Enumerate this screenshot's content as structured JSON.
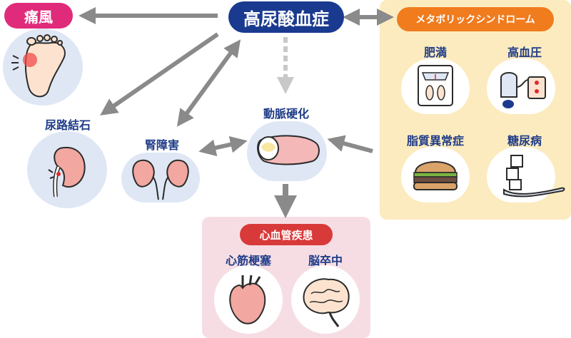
{
  "center": {
    "label": "高尿酸血症"
  },
  "gout": {
    "label": "痛風"
  },
  "kidney_stone": {
    "label": "尿路結石"
  },
  "renal": {
    "label": "腎障害"
  },
  "athero": {
    "label": "動脈硬化"
  },
  "metabolic": {
    "title": "メタボリックシンドローム",
    "items": [
      {
        "label": "肥満"
      },
      {
        "label": "高血圧"
      },
      {
        "label": "脂質異常症"
      },
      {
        "label": "糖尿病"
      }
    ]
  },
  "cardio": {
    "title": "心血管疾患",
    "items": [
      {
        "label": "心筋梗塞"
      },
      {
        "label": "脳卒中"
      }
    ]
  },
  "colors": {
    "navy": "#1a3a8f",
    "pink": "#e02a7a",
    "orange": "#f07c1e",
    "red": "#d83a3a",
    "arrow": "#8a8a8a",
    "circle": "#dfe7f5"
  }
}
